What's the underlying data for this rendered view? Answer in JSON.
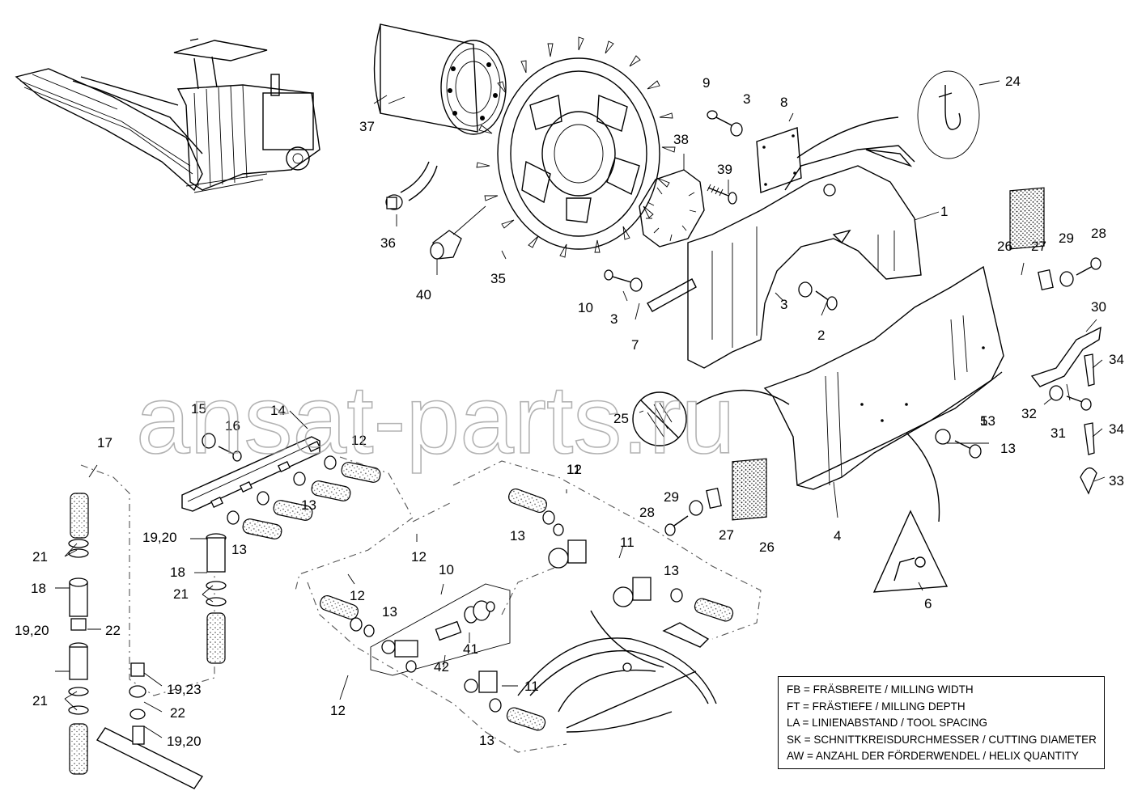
{
  "watermark": "ansat-parts.ru",
  "callouts": [
    "1",
    "2",
    "3",
    "3",
    "3",
    "4",
    "5",
    "6",
    "7",
    "8",
    "9",
    "10",
    "10",
    "11",
    "11",
    "11",
    "12",
    "12",
    "12",
    "12",
    "12",
    "13",
    "13",
    "13",
    "13",
    "13",
    "13",
    "13",
    "13",
    "14",
    "15",
    "16",
    "17",
    "18",
    "18",
    "19,20",
    "19,20",
    "19,20",
    "19,23",
    "21",
    "21",
    "21",
    "22",
    "22",
    "24",
    "25",
    "26",
    "26",
    "27",
    "27",
    "28",
    "28",
    "29",
    "29",
    "30",
    "31",
    "32",
    "33",
    "34",
    "34",
    "35",
    "36",
    "37",
    "38",
    "39",
    "40",
    "41",
    "42"
  ],
  "legend": [
    "FB = FRÄSBREITE / MILLING WIDTH",
    "FT = FRÄSTIEFE / MILLING DEPTH",
    "LA = LINIENABSTAND / TOOL SPACING",
    "SK = SCHNITTKREISDURCHMESSER / CUTTING DIAMETER",
    "AW = ANZAHL DER FÖRDERWENDEL / HELIX QUANTITY"
  ]
}
